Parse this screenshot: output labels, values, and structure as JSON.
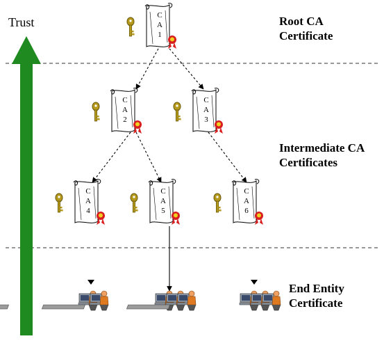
{
  "trust_label": "Trust",
  "tiers": {
    "root": {
      "line1": "Root CA",
      "line2": "Certificate"
    },
    "intermediate": {
      "line1": "Intermediate CA",
      "line2": "Certificates"
    },
    "end_entity": {
      "line1": "End Entity",
      "line2": "Certificate"
    }
  },
  "certificates": [
    {
      "name": "cert-root",
      "text": "CA1"
    },
    {
      "name": "cert-ca2",
      "text": "CA2"
    },
    {
      "name": "cert-ca3",
      "text": "CA3"
    },
    {
      "name": "cert-ca4",
      "text": "CA4"
    },
    {
      "name": "cert-ca5",
      "text": "CA5"
    },
    {
      "name": "cert-ca6",
      "text": "CA6"
    }
  ],
  "colors": {
    "arrow_green": "#1f8a1f",
    "key_gold": "#b59a1e",
    "seal_red": "#d81e1e",
    "seal_yellow": "#f0d020",
    "dashed_line": "#333333"
  },
  "icons": {
    "key": "key-icon",
    "seal": "seal-icon",
    "scroll": "certificate-scroll-icon",
    "end_entity": "users-at-computers-icon"
  }
}
